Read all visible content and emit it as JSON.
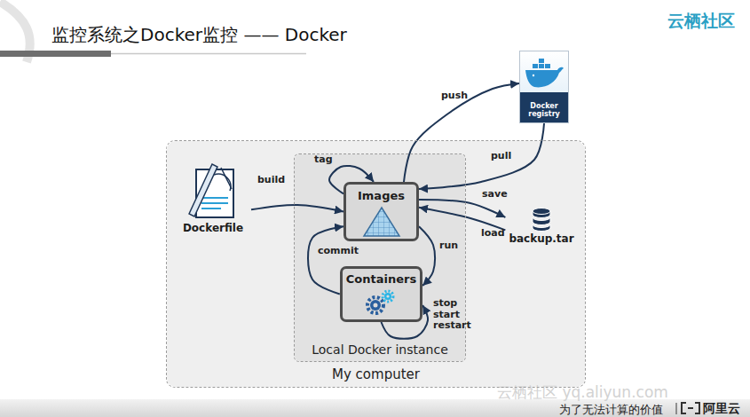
{
  "diagram": {
    "title": "监控系统之Docker监控 —— Docker",
    "nodes": [
      {
        "text": [
          "My computer"
        ]
      },
      {
        "text": [
          "Local Docker instance"
        ],
        "in": 0
      },
      {
        "text": [
          "Images"
        ],
        "in": 1
      },
      {
        "text": [
          "Containers"
        ],
        "in": 1
      },
      {
        "text": [
          "Dockerfile"
        ],
        "in": 0
      },
      {
        "text": [
          "Docker registry"
        ]
      },
      {
        "text": [
          "backup.tar"
        ],
        "in": 0
      }
    ],
    "edges": [
      {
        "from": 4,
        "to": 2,
        "label": "build",
        "arrow": "to"
      },
      {
        "from": 2,
        "to": 2,
        "label": "tag",
        "arrow": "to"
      },
      {
        "from": 2,
        "to": 5,
        "label": "push",
        "arrow": "to"
      },
      {
        "from": 5,
        "to": 2,
        "label": "pull",
        "arrow": "to"
      },
      {
        "from": 2,
        "to": 6,
        "label": "save",
        "arrow": "to"
      },
      {
        "from": 6,
        "to": 2,
        "label": "load",
        "arrow": "to"
      },
      {
        "from": 2,
        "to": 3,
        "label": "run",
        "arrow": "to"
      },
      {
        "from": 3,
        "to": 2,
        "label": "commit",
        "arrow": "to"
      },
      {
        "from": 3,
        "to": 3,
        "label": "stop start restart",
        "arrow": "to"
      }
    ],
    "labels": [
      "云栖社区",
      "为了无法计算的价值",
      "阿里云",
      "云栖社区 yq.aliyun.com"
    ]
  }
}
